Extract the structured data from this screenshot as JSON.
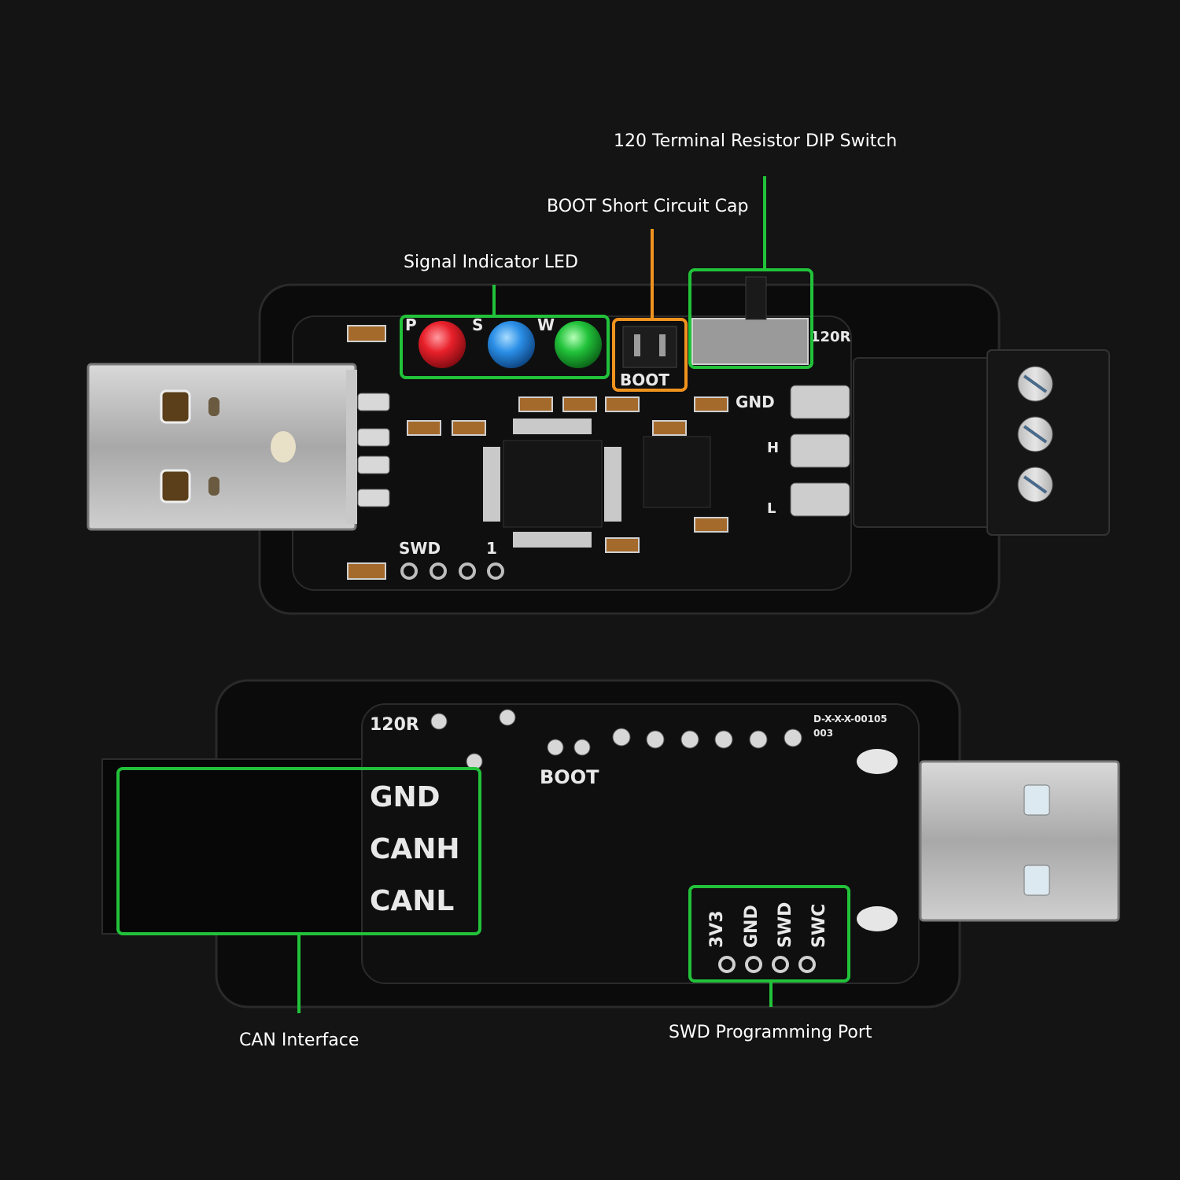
{
  "callouts": {
    "dip_switch": "120 Terminal Resistor DIP Switch",
    "boot_cap": "BOOT Short Circuit Cap",
    "signal_led": "Signal Indicator LED",
    "can_interface": "CAN Interface",
    "swd_port": "SWD Programming Port"
  },
  "top_board": {
    "led_labels": [
      "P",
      "S",
      "W"
    ],
    "boot_silk": "BOOT",
    "resistor_silk": "120R",
    "gnd_silk": "GND",
    "h_silk": "H",
    "l_silk": "L",
    "swd_silk": "SWD",
    "pin_one_silk": "1"
  },
  "bottom_board": {
    "resistor_silk": "120R",
    "boot_silk": "BOOT",
    "part_code": "D-X-X-X-00105",
    "part_rev": "003",
    "can_pins": [
      "GND",
      "CANH",
      "CANL"
    ],
    "swd_pins": [
      "3V3",
      "GND",
      "SWD",
      "SWC"
    ]
  },
  "colors": {
    "background": "#141414",
    "highlight_green": "#22c23a",
    "highlight_orange": "#f0931e",
    "led_red": "#e8202a",
    "led_blue": "#2a8ee6",
    "led_green": "#21c23a"
  },
  "icons": [
    "usb-a-plug-icon",
    "screw-terminal-icon",
    "led-icon",
    "chip-icon"
  ]
}
